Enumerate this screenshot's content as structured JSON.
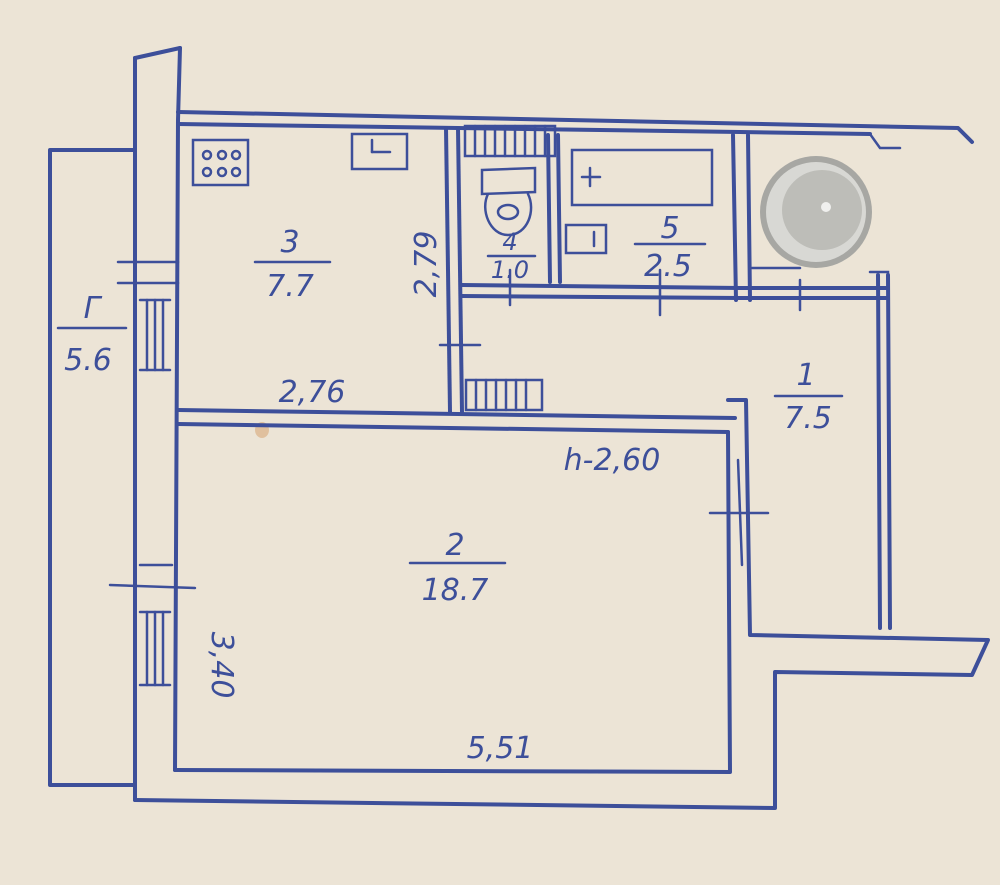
{
  "rooms": [
    {
      "id": "balcony",
      "number": "Г",
      "area": "5.6"
    },
    {
      "id": "kitchen",
      "number": "3",
      "area": "7.7"
    },
    {
      "id": "wc",
      "number": "4",
      "area": "1.0"
    },
    {
      "id": "bath",
      "number": "5",
      "area": "2.5"
    },
    {
      "id": "hall",
      "number": "1",
      "area": "7.5"
    },
    {
      "id": "living",
      "number": "2",
      "area": "18.7"
    }
  ],
  "dimensions": {
    "kitchen_width": "2,76",
    "kitchen_depth": "2,79",
    "living_width": "5,51",
    "living_depth": "3,40",
    "ceiling_height": "h-2,60"
  },
  "colors": {
    "ink": "#3d4f9a",
    "paper": "#ece4d6"
  }
}
